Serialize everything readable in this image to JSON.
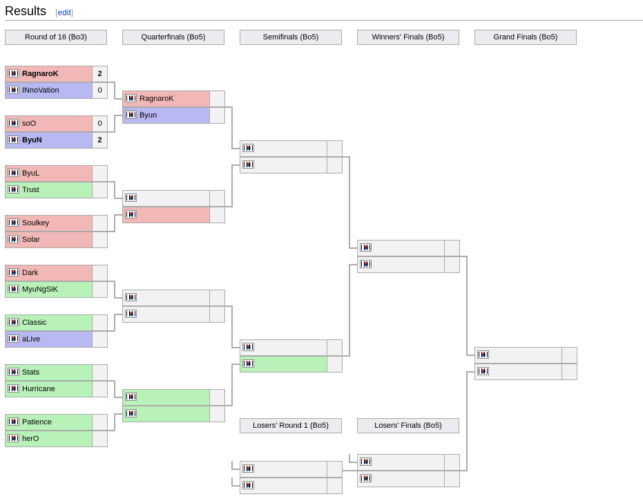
{
  "heading": {
    "title": "Results",
    "edit_open": "[",
    "edit_label": "edit",
    "edit_close": "]"
  },
  "rounds": {
    "r16": "Round of 16 (Bo3)",
    "qf": "Quarterfinals (Bo5)",
    "sf": "Semifinals (Bo5)",
    "wf": "Winners' Finals (Bo5)",
    "gf": "Grand Finals (Bo5)",
    "lr1": "Losers' Round 1 (Bo5)",
    "lf": "Losers' Finals (Bo5)"
  },
  "colors": {
    "protoss": "#f2b8b8",
    "terran": "#b8b8f2",
    "zerg": "#b8f2b8",
    "empty": "#f2f2f2"
  },
  "flag_icon": "south-korea-flag-icon",
  "matches": {
    "r16_1": {
      "top": {
        "name": "RagnaroK",
        "score": "2"
      },
      "bottom": {
        "name": "INnoVation",
        "score": "0"
      }
    },
    "r16_2": {
      "top": {
        "name": "soO",
        "score": "0"
      },
      "bottom": {
        "name": "ByuN",
        "score": "2"
      }
    },
    "r16_3": {
      "top": {
        "name": "ByuL",
        "score": ""
      },
      "bottom": {
        "name": "Trust",
        "score": ""
      }
    },
    "r16_4": {
      "top": {
        "name": "Soulkey",
        "score": ""
      },
      "bottom": {
        "name": "Solar",
        "score": ""
      }
    },
    "r16_5": {
      "top": {
        "name": "Dark",
        "score": ""
      },
      "bottom": {
        "name": "MyuNgSiK",
        "score": ""
      }
    },
    "r16_6": {
      "top": {
        "name": "Classic",
        "score": ""
      },
      "bottom": {
        "name": "aLive",
        "score": ""
      }
    },
    "r16_7": {
      "top": {
        "name": "Stats",
        "score": ""
      },
      "bottom": {
        "name": "Hurricane",
        "score": ""
      }
    },
    "r16_8": {
      "top": {
        "name": "Patience",
        "score": ""
      },
      "bottom": {
        "name": "herO",
        "score": ""
      }
    },
    "qf_1": {
      "top": {
        "name": "RagnaroK",
        "score": ""
      },
      "bottom": {
        "name": "Byun",
        "score": ""
      }
    },
    "qf_2": {
      "top": {
        "name": "",
        "score": ""
      },
      "bottom": {
        "name": "",
        "score": ""
      }
    },
    "qf_3": {
      "top": {
        "name": "",
        "score": ""
      },
      "bottom": {
        "name": "",
        "score": ""
      }
    },
    "qf_4": {
      "top": {
        "name": "",
        "score": ""
      },
      "bottom": {
        "name": "",
        "score": ""
      }
    },
    "sf_1": {
      "top": {
        "name": "",
        "score": ""
      },
      "bottom": {
        "name": "",
        "score": ""
      }
    },
    "sf_2": {
      "top": {
        "name": "",
        "score": ""
      },
      "bottom": {
        "name": "",
        "score": ""
      }
    },
    "wf": {
      "top": {
        "name": "",
        "score": ""
      },
      "bottom": {
        "name": "",
        "score": ""
      }
    },
    "gf": {
      "top": {
        "name": "",
        "score": ""
      },
      "bottom": {
        "name": "",
        "score": ""
      }
    },
    "lr1": {
      "top": {
        "name": "",
        "score": ""
      },
      "bottom": {
        "name": "",
        "score": ""
      }
    },
    "lf": {
      "top": {
        "name": "",
        "score": ""
      },
      "bottom": {
        "name": "",
        "score": ""
      }
    }
  }
}
